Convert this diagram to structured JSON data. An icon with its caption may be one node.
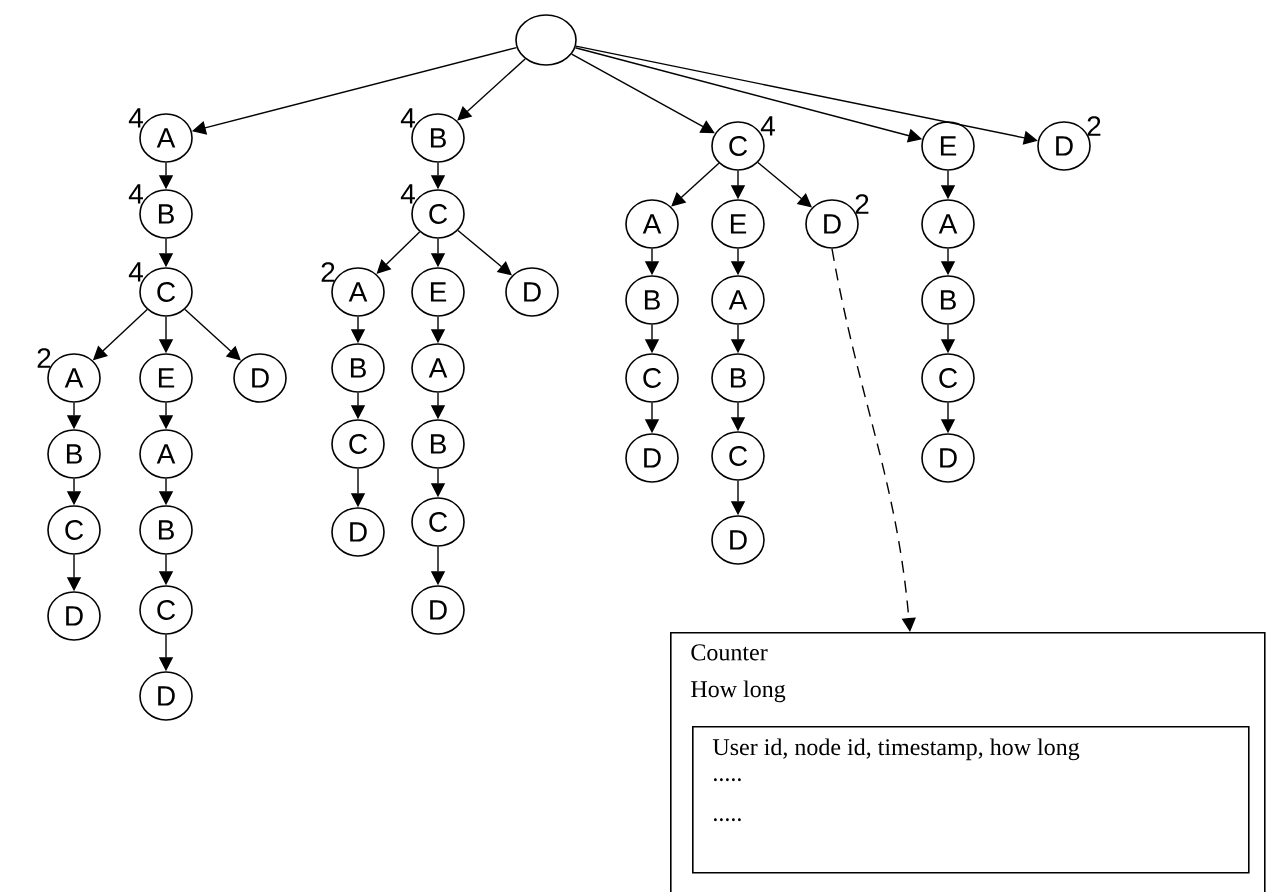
{
  "diagram": {
    "nodes": [
      {
        "text": [],
        "shape": "circle"
      },
      {
        "text": [
          "A"
        ],
        "beside": [
          "4"
        ]
      },
      {
        "text": [
          "B"
        ],
        "beside": [
          "4"
        ]
      },
      {
        "text": [
          "C"
        ],
        "beside": [
          "4"
        ]
      },
      {
        "text": [
          "A"
        ],
        "beside": [
          "2"
        ]
      },
      {
        "text": [
          "B"
        ]
      },
      {
        "text": [
          "C"
        ]
      },
      {
        "text": [
          "D"
        ]
      },
      {
        "text": [
          "E"
        ]
      },
      {
        "text": [
          "A"
        ]
      },
      {
        "text": [
          "B"
        ]
      },
      {
        "text": [
          "C"
        ]
      },
      {
        "text": [
          "D"
        ]
      },
      {
        "text": [
          "D"
        ]
      },
      {
        "text": [
          "B"
        ],
        "beside": [
          "4"
        ]
      },
      {
        "text": [
          "C"
        ],
        "beside": [
          "4"
        ]
      },
      {
        "text": [
          "A"
        ],
        "beside": [
          "2"
        ]
      },
      {
        "text": [
          "B"
        ]
      },
      {
        "text": [
          "C"
        ]
      },
      {
        "text": [
          "D"
        ]
      },
      {
        "text": [
          "E"
        ]
      },
      {
        "text": [
          "A"
        ]
      },
      {
        "text": [
          "B"
        ]
      },
      {
        "text": [
          "C"
        ]
      },
      {
        "text": [
          "D"
        ]
      },
      {
        "text": [
          "D"
        ]
      },
      {
        "text": [
          "C"
        ],
        "beside": [
          "4"
        ]
      },
      {
        "text": [
          "A"
        ]
      },
      {
        "text": [
          "B"
        ]
      },
      {
        "text": [
          "C"
        ]
      },
      {
        "text": [
          "D"
        ]
      },
      {
        "text": [
          "E"
        ]
      },
      {
        "text": [
          "A"
        ]
      },
      {
        "text": [
          "B"
        ]
      },
      {
        "text": [
          "C"
        ]
      },
      {
        "text": [
          "D"
        ]
      },
      {
        "text": [
          "D"
        ],
        "beside": [
          "2"
        ]
      },
      {
        "text": [
          "E"
        ]
      },
      {
        "text": [
          "A"
        ]
      },
      {
        "text": [
          "B"
        ]
      },
      {
        "text": [
          "C"
        ]
      },
      {
        "text": [
          "D"
        ]
      },
      {
        "text": [
          "D"
        ],
        "beside": [
          "2"
        ]
      },
      {
        "text": [
          "Counter",
          "How long"
        ]
      },
      {
        "text": [
          "User id, node id, timestamp, how long",
          ".....",
          "....."
        ],
        "in": 43
      }
    ],
    "edges": [
      {
        "from": 0,
        "to": 1,
        "arrow": "to"
      },
      {
        "from": 1,
        "to": 2,
        "arrow": "to"
      },
      {
        "from": 2,
        "to": 3,
        "arrow": "to"
      },
      {
        "from": 3,
        "to": 4,
        "arrow": "to"
      },
      {
        "from": 4,
        "to": 5,
        "arrow": "to"
      },
      {
        "from": 5,
        "to": 6,
        "arrow": "to"
      },
      {
        "from": 6,
        "to": 7,
        "arrow": "to"
      },
      {
        "from": 3,
        "to": 8,
        "arrow": "to"
      },
      {
        "from": 8,
        "to": 9,
        "arrow": "to"
      },
      {
        "from": 9,
        "to": 10,
        "arrow": "to"
      },
      {
        "from": 10,
        "to": 11,
        "arrow": "to"
      },
      {
        "from": 11,
        "to": 12,
        "arrow": "to"
      },
      {
        "from": 3,
        "to": 13,
        "arrow": "to"
      },
      {
        "from": 0,
        "to": 14,
        "arrow": "to"
      },
      {
        "from": 14,
        "to": 15,
        "arrow": "to"
      },
      {
        "from": 15,
        "to": 16,
        "arrow": "to"
      },
      {
        "from": 16,
        "to": 17,
        "arrow": "to"
      },
      {
        "from": 17,
        "to": 18,
        "arrow": "to"
      },
      {
        "from": 18,
        "to": 19,
        "arrow": "to"
      },
      {
        "from": 15,
        "to": 20,
        "arrow": "to"
      },
      {
        "from": 20,
        "to": 21,
        "arrow": "to"
      },
      {
        "from": 21,
        "to": 22,
        "arrow": "to"
      },
      {
        "from": 22,
        "to": 23,
        "arrow": "to"
      },
      {
        "from": 23,
        "to": 24,
        "arrow": "to"
      },
      {
        "from": 15,
        "to": 25,
        "arrow": "to"
      },
      {
        "from": 0,
        "to": 26,
        "arrow": "to"
      },
      {
        "from": 26,
        "to": 27,
        "arrow": "to"
      },
      {
        "from": 27,
        "to": 28,
        "arrow": "to"
      },
      {
        "from": 28,
        "to": 29,
        "arrow": "to"
      },
      {
        "from": 29,
        "to": 30,
        "arrow": "to"
      },
      {
        "from": 26,
        "to": 31,
        "arrow": "to"
      },
      {
        "from": 31,
        "to": 32,
        "arrow": "to"
      },
      {
        "from": 32,
        "to": 33,
        "arrow": "to"
      },
      {
        "from": 33,
        "to": 34,
        "arrow": "to"
      },
      {
        "from": 34,
        "to": 35,
        "arrow": "to"
      },
      {
        "from": 26,
        "to": 36,
        "arrow": "to"
      },
      {
        "from": 0,
        "to": 37,
        "arrow": "to"
      },
      {
        "from": 37,
        "to": 38,
        "arrow": "to"
      },
      {
        "from": 38,
        "to": 39,
        "arrow": "to"
      },
      {
        "from": 39,
        "to": 40,
        "arrow": "to"
      },
      {
        "from": 40,
        "to": 41,
        "arrow": "to"
      },
      {
        "from": 0,
        "to": 42,
        "arrow": "to"
      },
      {
        "from": 36,
        "to": 43,
        "arrow": "to",
        "style": "dashed"
      }
    ]
  }
}
